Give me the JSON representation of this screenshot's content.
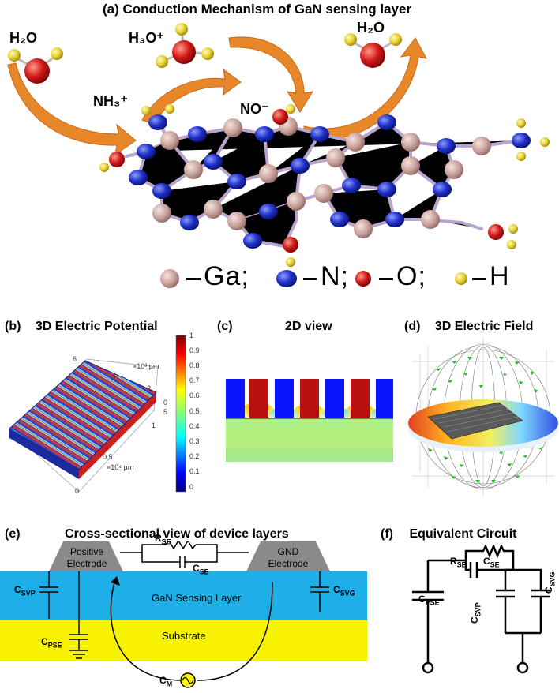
{
  "panel_a": {
    "title": "(a)   Conduction Mechanism of GaN sensing layer",
    "labels": {
      "h2o_left": "H₂O",
      "h3o": "H₃O⁺",
      "h2o_right": "H₂O",
      "nh3": "NH₃⁺",
      "no": "NO⁻"
    },
    "legend": "Ga;  N;  O;  H",
    "legend_items": [
      "Ga;",
      "N;",
      "O;",
      "H"
    ],
    "colors": {
      "ga": "#d4a9a3",
      "n": "#1f2fc7",
      "o": "#d01818",
      "h": "#e8d230",
      "arrow": "#e8862a"
    }
  },
  "panel_b": {
    "label": "(b)",
    "title": "3D Electric Potential",
    "colorbar_ticks": [
      "1",
      "0.9",
      "0.8",
      "0.7",
      "0.6",
      "0.5",
      "0.4",
      "0.3",
      "0.2",
      "0.1",
      "0"
    ],
    "axis_labels": {
      "y_ticks": [
        "6",
        "4",
        "2"
      ],
      "y_unit": "×10³ µm",
      "x_ticks": [
        "1",
        "0.5",
        "0"
      ],
      "x_unit": "×10⁴ µm",
      "z_ticks": [
        "0",
        "5"
      ]
    }
  },
  "panel_c": {
    "label": "(c)",
    "title": "2D view"
  },
  "panel_d": {
    "label": "(d)",
    "title": "3D Electric Field"
  },
  "panel_e": {
    "label": "(e)",
    "title": "Cross-sectional view of device layers",
    "positive_electrode": [
      "Positive",
      "Electrode"
    ],
    "gnd_electrode": [
      "GND",
      "Electrode"
    ],
    "gan_layer": "GaN Sensing Layer",
    "substrate": "Substrate",
    "components": {
      "rse": {
        "main": "R",
        "sub": "SE"
      },
      "cse": {
        "main": "C",
        "sub": "SE"
      },
      "csvp": {
        "main": "C",
        "sub": "SVP"
      },
      "cpse": {
        "main": "C",
        "sub": "PSE"
      },
      "csvg": {
        "main": "C",
        "sub": "SVG"
      },
      "cm": {
        "main": "C",
        "sub": "M"
      }
    },
    "colors": {
      "gan": "#1eaee8",
      "substrate": "#f7f300",
      "electrode": "#8a8a8a"
    }
  },
  "panel_f": {
    "label": "(f)",
    "title": "Equivalent Circuit",
    "components": {
      "rse": {
        "main": "R",
        "sub": "SE"
      },
      "cse": {
        "main": "C",
        "sub": "SE"
      },
      "cpse": {
        "main": "C",
        "sub": "PSE"
      },
      "csvp": {
        "main": "C",
        "sub": "SVP"
      },
      "csvg": {
        "main": "C",
        "sub": "SVG"
      }
    }
  }
}
